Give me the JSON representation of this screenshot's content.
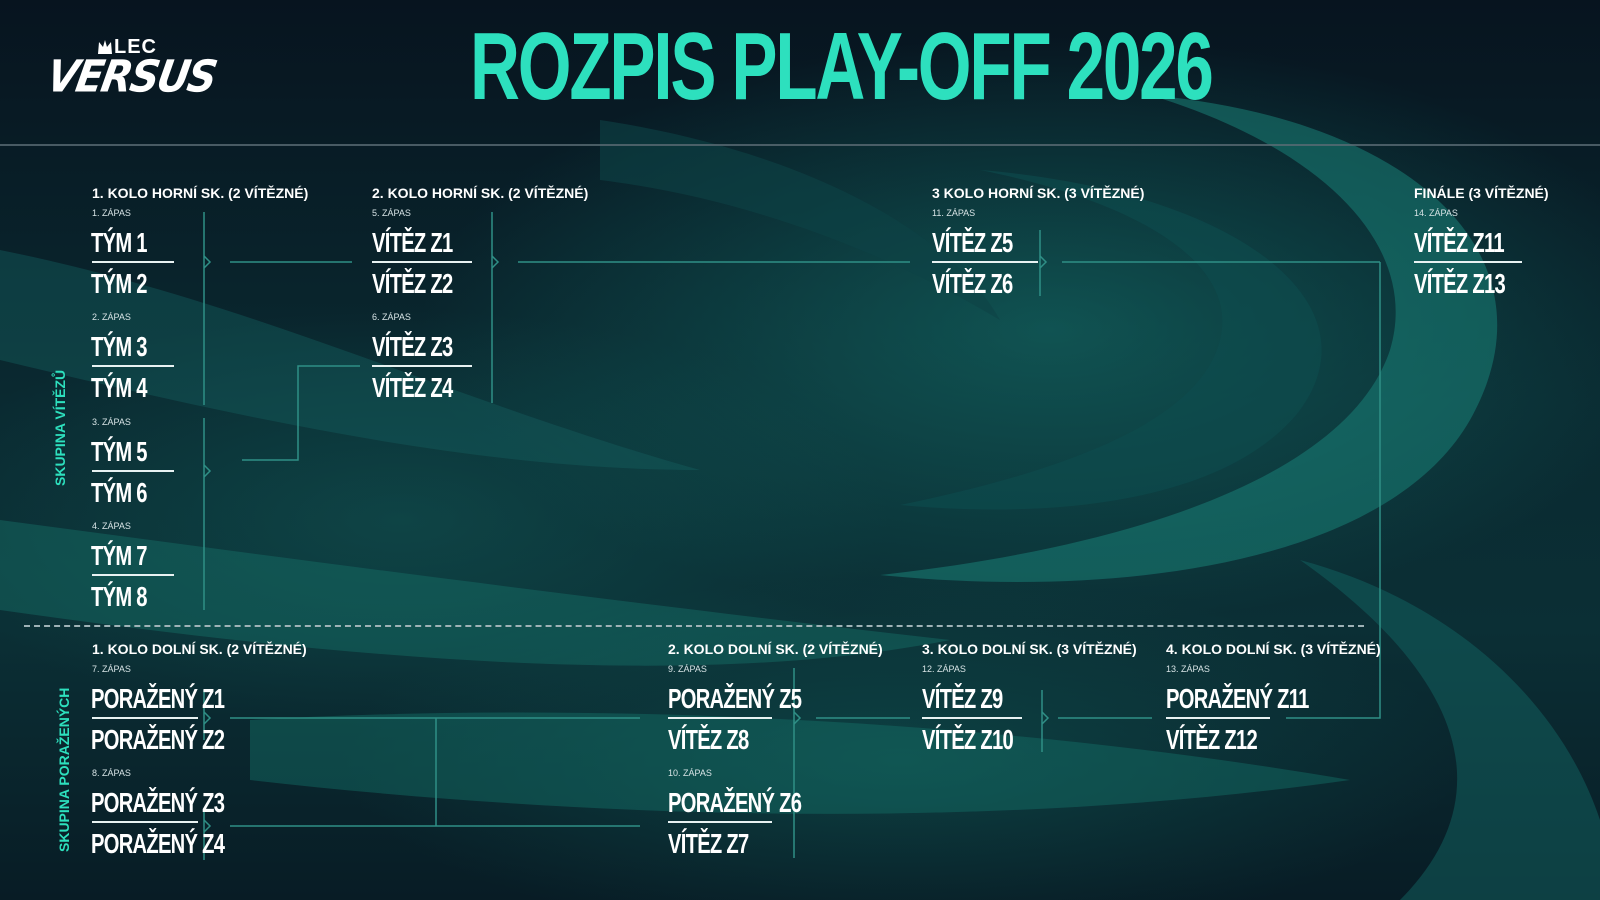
{
  "title": "ROZPIS PLAY-OFF 2026",
  "logo": {
    "top": "LEC",
    "bottom": "VERSUS"
  },
  "colors": {
    "accent": "#2de0be",
    "background": "#06121c",
    "line": "#2f8f86"
  },
  "sections": {
    "upper": "SKUPINA VÍTĚZŮ",
    "lower": "SKUPINA PORAŽENÝCH"
  },
  "rounds": {
    "ub1": "1. KOLO HORNÍ SK. (2 VÍTĚZNÉ)",
    "ub2": "2. KOLO HORNÍ SK. (2 VÍTĚZNÉ)",
    "ub3": "3 KOLO HORNÍ SK. (3 VÍTĚZNÉ)",
    "final": "FINÁLE (3 VÍTĚZNÉ)",
    "lb1": "1. KOLO DOLNÍ SK. (2 VÍTĚZNÉ)",
    "lb2": "2. KOLO DOLNÍ SK. (2 VÍTĚZNÉ)",
    "lb3": "3. KOLO DOLNÍ SK. (3 VÍTĚZNÉ)",
    "lb4": "4. KOLO DOLNÍ SK. (3 VÍTĚZNÉ)"
  },
  "matches": {
    "m1": {
      "label": "1. ZÁPAS",
      "a": "TÝM 1",
      "b": "TÝM 2"
    },
    "m2": {
      "label": "2. ZÁPAS",
      "a": "TÝM 3",
      "b": "TÝM 4"
    },
    "m3": {
      "label": "3. ZÁPAS",
      "a": "TÝM 5",
      "b": "TÝM 6"
    },
    "m4": {
      "label": "4. ZÁPAS",
      "a": "TÝM 7",
      "b": "TÝM 8"
    },
    "m5": {
      "label": "5. ZÁPAS",
      "a": "VÍTĚZ Z1",
      "b": "VÍTĚZ Z2"
    },
    "m6": {
      "label": "6. ZÁPAS",
      "a": "VÍTĚZ Z3",
      "b": "VÍTĚZ Z4"
    },
    "m11": {
      "label": "11. ZÁPAS",
      "a": "VÍTĚZ Z5",
      "b": "VÍTĚZ Z6"
    },
    "m14": {
      "label": "14. ZÁPAS",
      "a": "VÍTĚZ Z11",
      "b": "VÍTĚZ Z13"
    },
    "m7": {
      "label": "7. ZÁPAS",
      "a": "PORAŽENÝ Z1",
      "b": "PORAŽENÝ Z2"
    },
    "m8": {
      "label": "8. ZÁPAS",
      "a": "PORAŽENÝ Z3",
      "b": "PORAŽENÝ Z4"
    },
    "m9": {
      "label": "9. ZÁPAS",
      "a": "PORAŽENÝ Z5",
      "b": "VÍTĚZ Z8"
    },
    "m10": {
      "label": "10. ZÁPAS",
      "a": "PORAŽENÝ Z6",
      "b": "VÍTĚZ Z7"
    },
    "m12": {
      "label": "12. ZÁPAS",
      "a": "VÍTĚZ Z9",
      "b": "VÍTĚZ Z10"
    },
    "m13": {
      "label": "13. ZÁPAS",
      "a": "PORAŽENÝ Z11",
      "b": "VÍTĚZ Z12"
    }
  }
}
